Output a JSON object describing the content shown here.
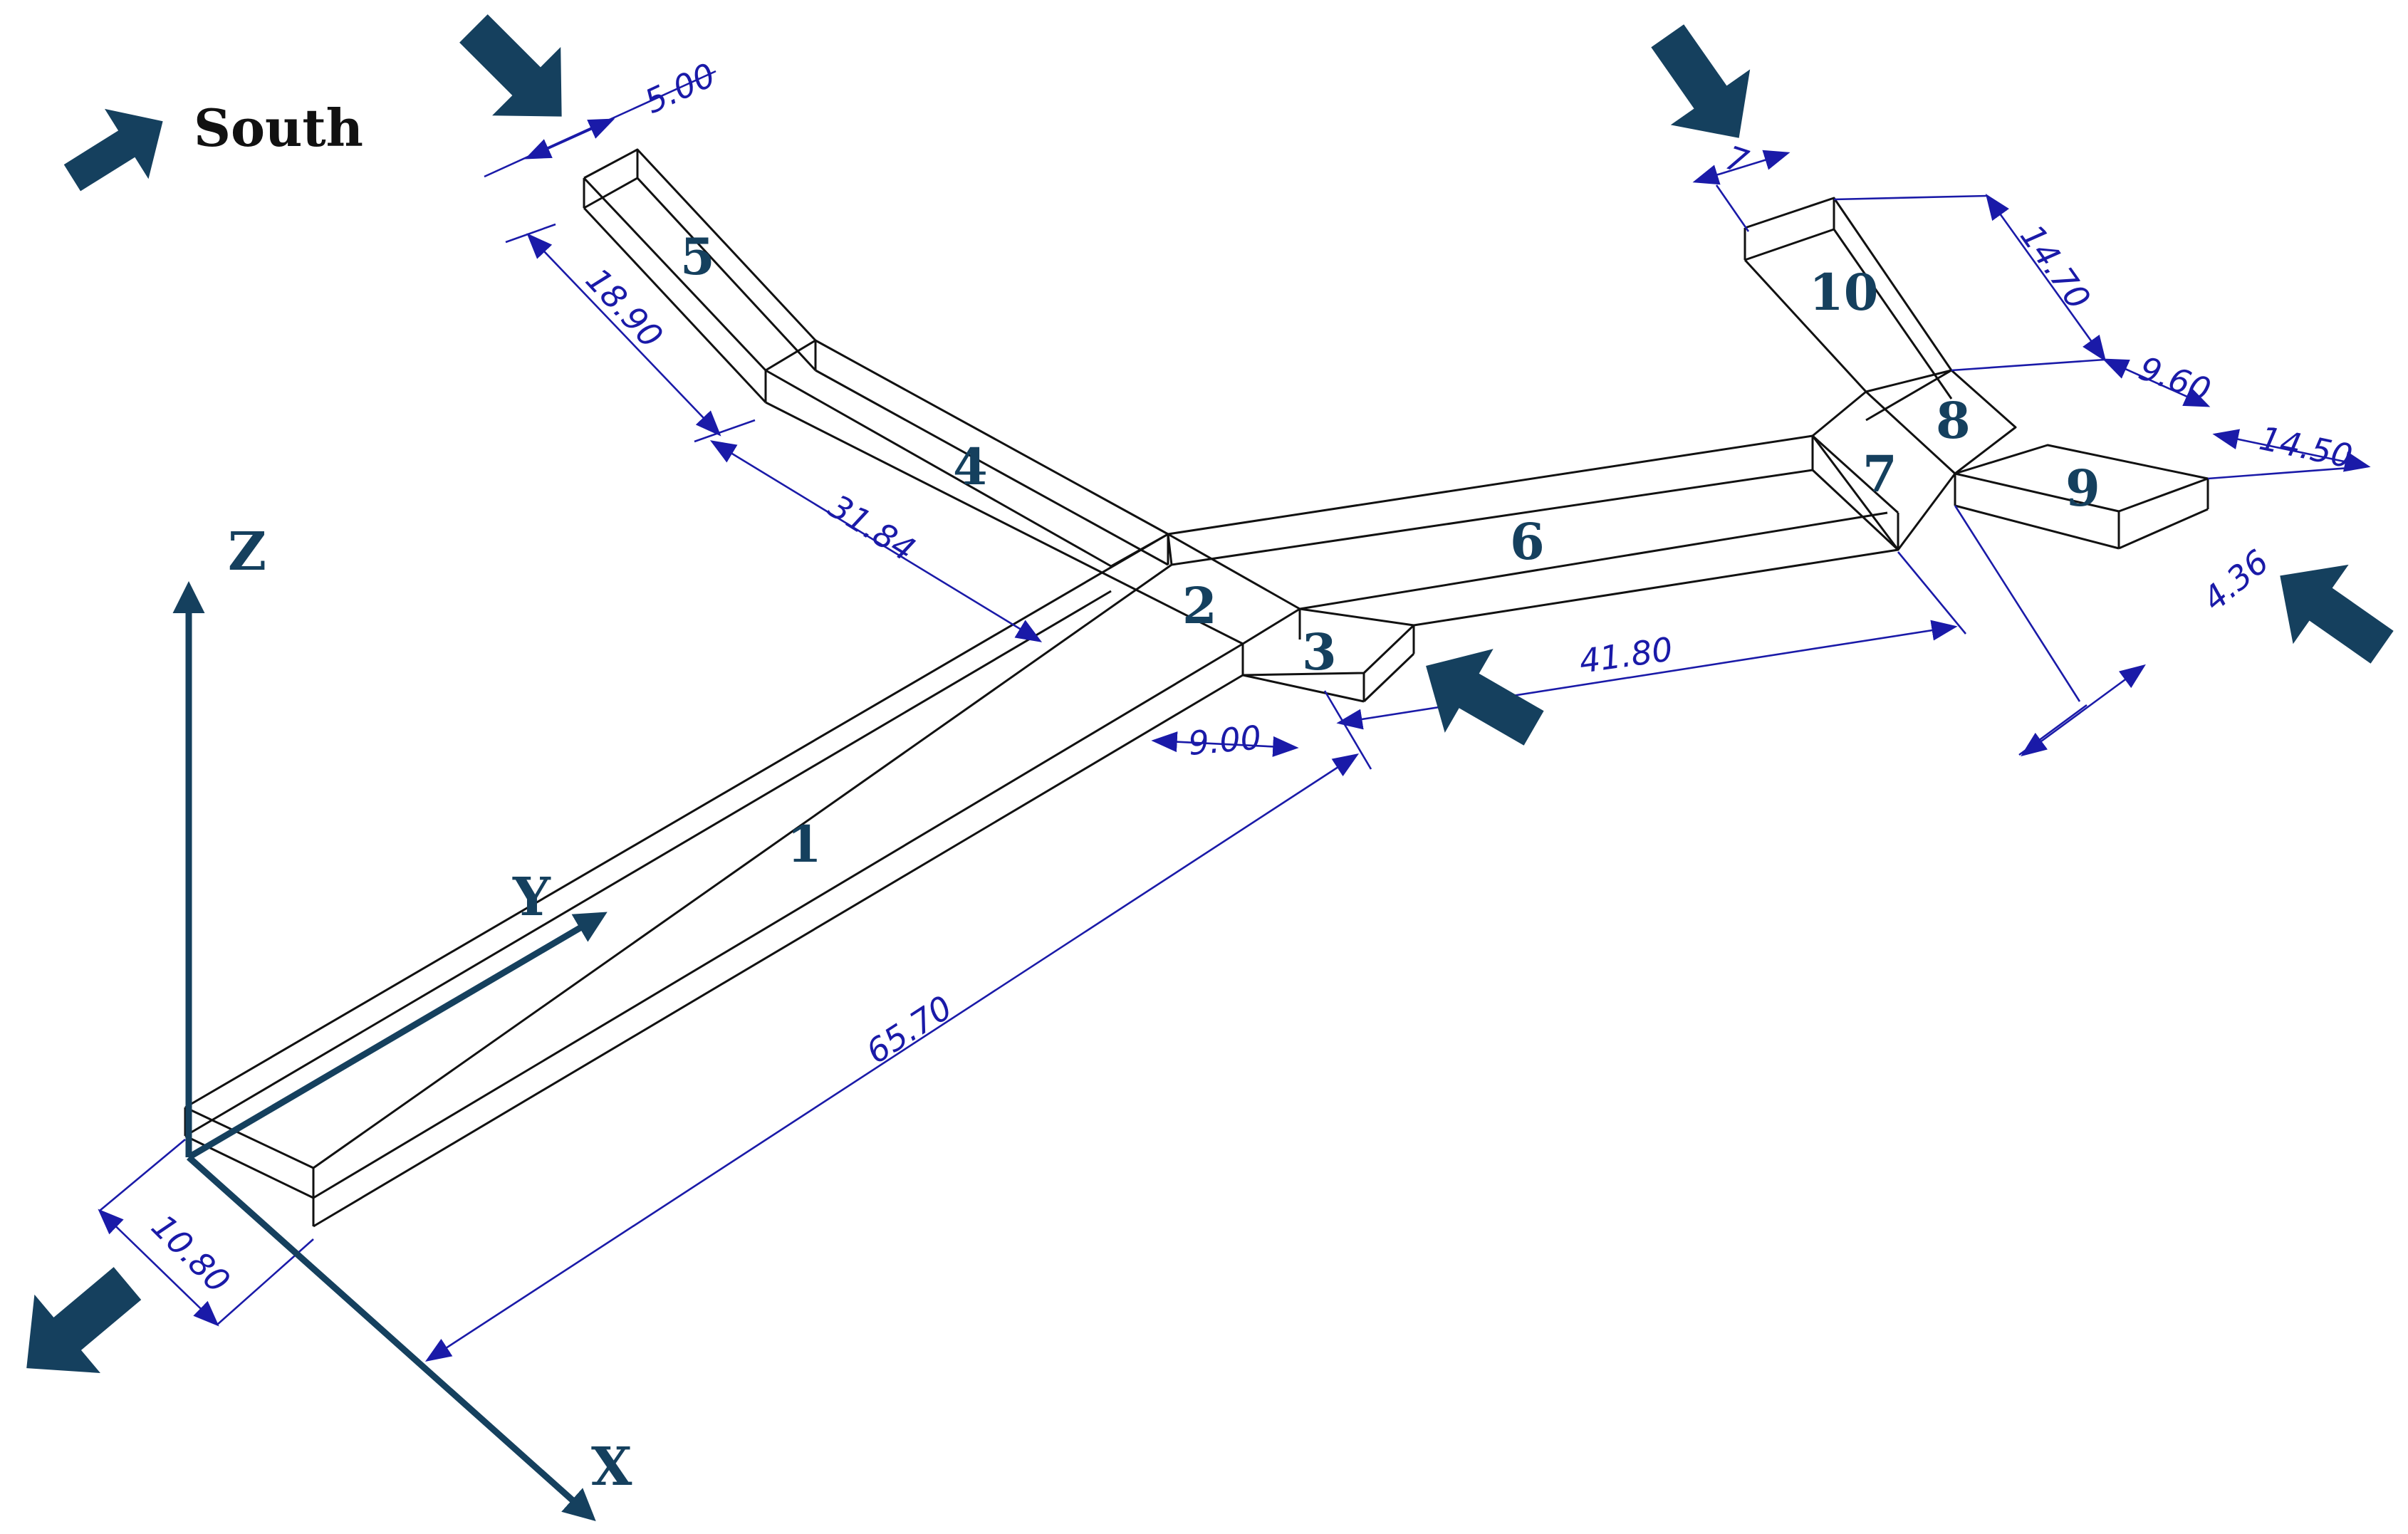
{
  "legend": {
    "label": "South"
  },
  "axes": {
    "x": "X",
    "y": "Y",
    "z": "Z"
  },
  "segments": [
    "1",
    "2",
    "3",
    "4",
    "5",
    "6",
    "7",
    "8",
    "9",
    "10"
  ],
  "dimensions": {
    "d_5_00": "5.00",
    "d_18_90": "18.90",
    "d_31_84": "31.84",
    "d_9_00": "9.00",
    "d_65_70": "65.70",
    "d_10_80": "10.80",
    "d_41_80": "41.80",
    "d_7": "7",
    "d_14_70": "14.70",
    "d_9_60": "9.60",
    "d_14_50": "14.50",
    "d_4_36": "4.36"
  },
  "colors": {
    "arrow": "#15405e",
    "dimension": "#1a1aa8",
    "wireframe": "#111111",
    "label": "#15405e"
  }
}
